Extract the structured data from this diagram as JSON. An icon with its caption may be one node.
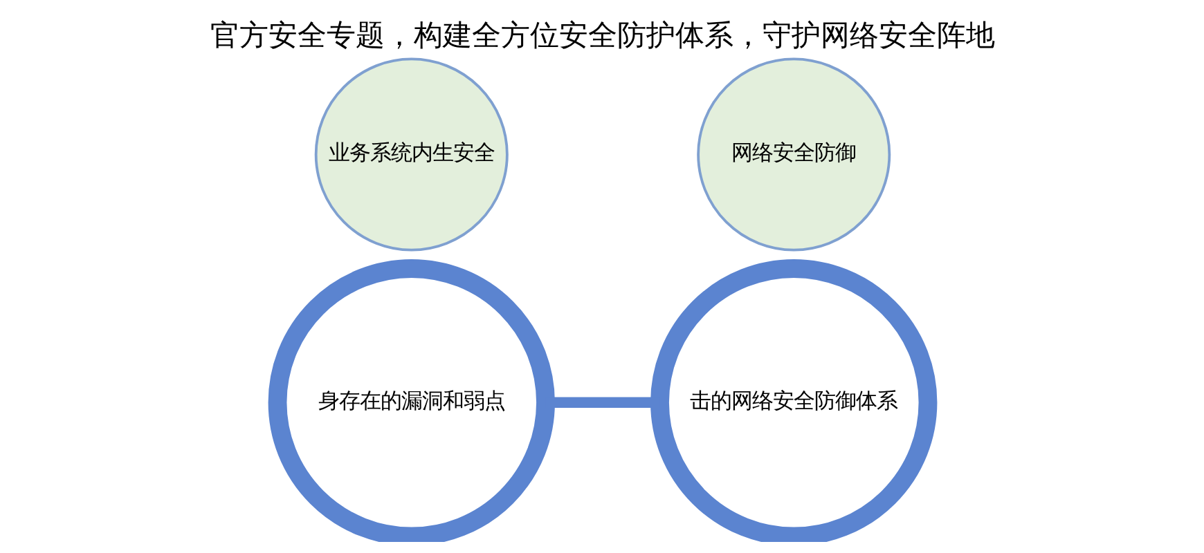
{
  "diagram": {
    "title": "官方安全专题，构建全方位安全防护体系，守护网络安全阵地",
    "nodes": [
      {
        "text": [
          "业务系统内生安全"
        ]
      },
      {
        "text": [
          "网络安全防御"
        ]
      },
      {
        "text": [
          "身存在的漏洞和弱点"
        ]
      },
      {
        "text": [
          "击的网络安全防御体系"
        ]
      }
    ],
    "edges": [
      {
        "from": 2,
        "to": 3,
        "arrow": "none"
      }
    ]
  }
}
